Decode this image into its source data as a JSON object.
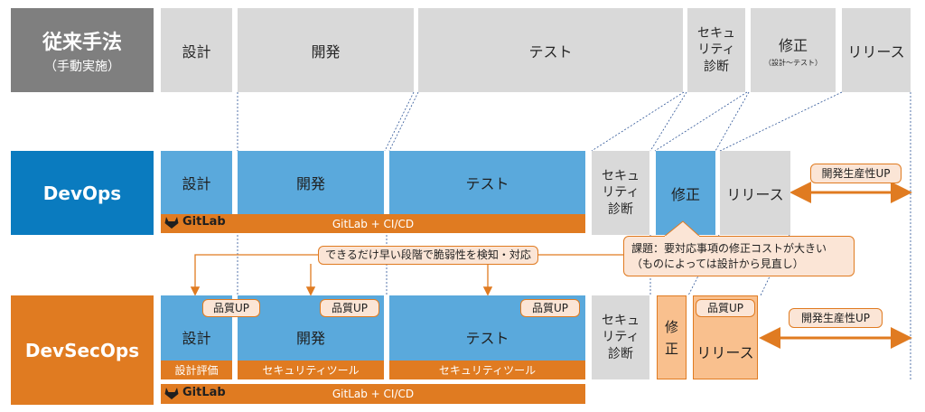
{
  "rows": {
    "traditional": {
      "title": "従来手法",
      "subtitle": "（手動実施）",
      "design": "設計",
      "dev": "開発",
      "test": "テスト",
      "security": [
        "セキュ",
        "リティ",
        "診断"
      ],
      "fix": "修正",
      "fix_sub": "（設計〜テスト）",
      "release": "リリース"
    },
    "devops": {
      "title": "DevOps",
      "design": "設計",
      "dev": "開発",
      "test": "テスト",
      "security": [
        "セキュ",
        "リティ",
        "診断"
      ],
      "fix": "修正",
      "release": "リリース",
      "gitlab_logo": "GitLab",
      "gitlab_bar": "GitLab + CI/CD",
      "productivity": "開発生産性UP"
    },
    "devsecops": {
      "title": "DevSecOps",
      "design": "設計",
      "dev": "開発",
      "test": "テスト",
      "security": [
        "セキュ",
        "リティ",
        "診断"
      ],
      "fix": [
        "修",
        "正"
      ],
      "release": "リリース",
      "design_eval": "設計評価",
      "sec_tool_1": "セキュリティツール",
      "sec_tool_2": "セキュリティツール",
      "gitlab_logo": "GitLab",
      "gitlab_bar": "GitLab + CI/CD",
      "productivity": "開発生産性UP",
      "quality": "品質UP"
    }
  },
  "callouts": {
    "early_detection": "できるだけ早い段階で脆弱性を検知・対応",
    "issue_line1": "課題：要対応事項の修正コストが大きい",
    "issue_line2": "（ものによっては設計から見直し）"
  },
  "colors": {
    "gray": "#d9d9d9",
    "dark_gray": "#7f7f7f",
    "blue": "#5aa9dc",
    "dark_blue": "#0a7bbf",
    "orange": "#e07b21",
    "light_orange": "#f9c08e",
    "callout_fill": "#fbe5d6"
  }
}
